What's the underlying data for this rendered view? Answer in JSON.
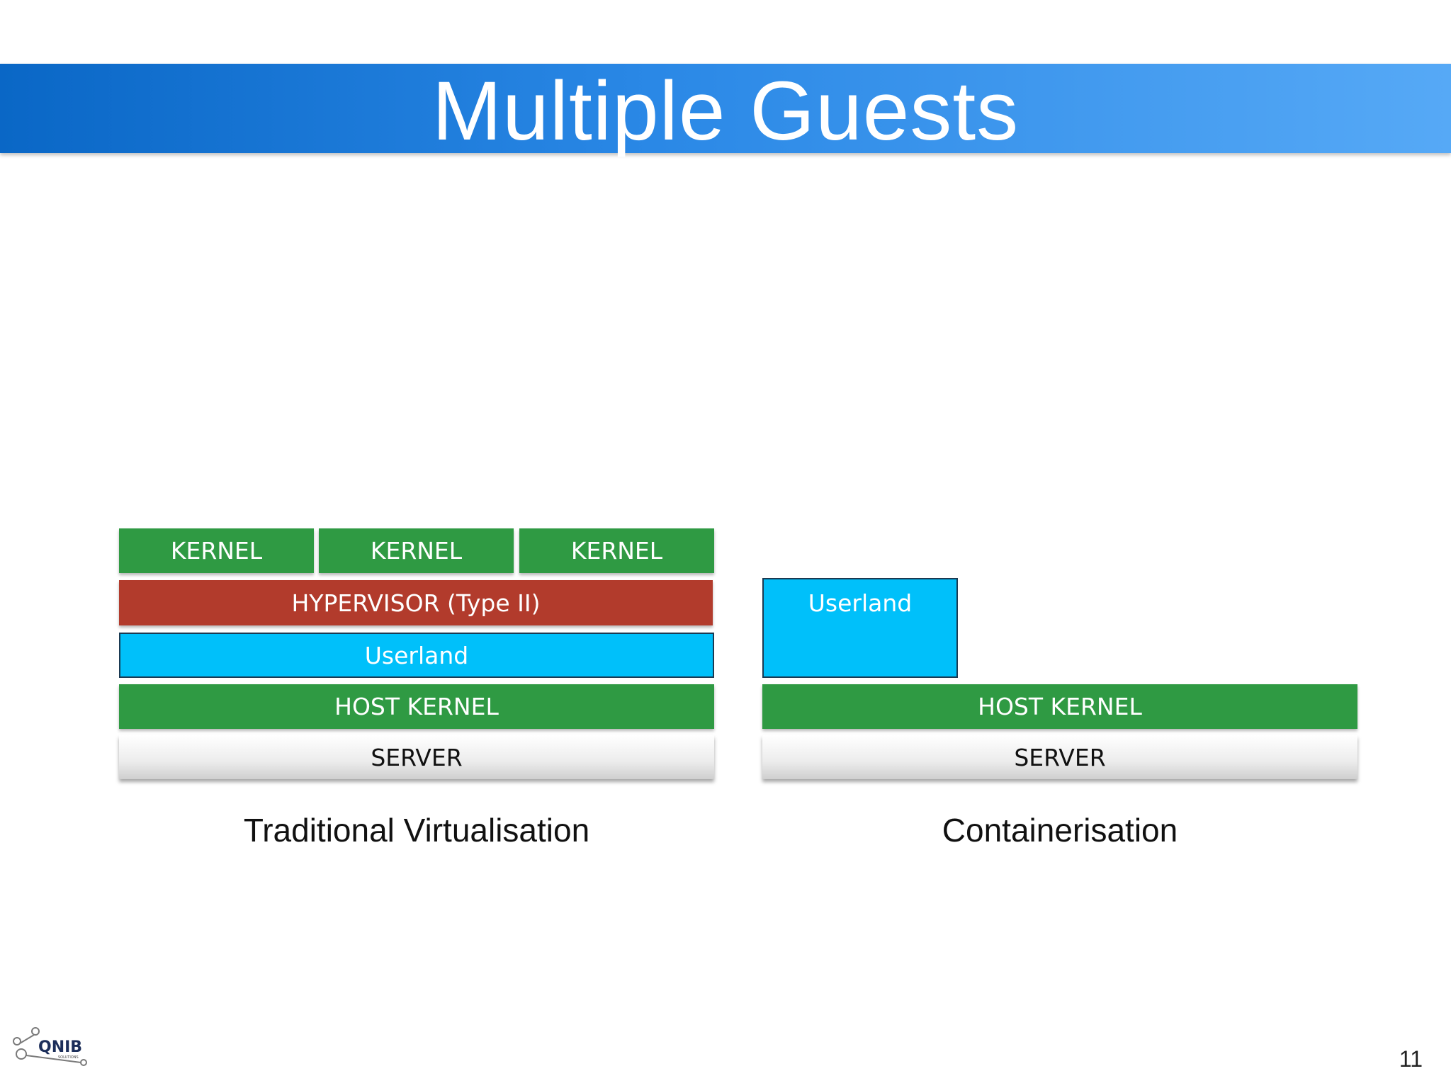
{
  "title": "Multiple Guests",
  "traditional": {
    "kernels": [
      "KERNEL",
      "KERNEL",
      "KERNEL"
    ],
    "hypervisor": "HYPERVISOR (Type II)",
    "userland": "Userland",
    "host_kernel": "HOST KERNEL",
    "server": "SERVER",
    "caption": "Traditional Virtualisation"
  },
  "containerisation": {
    "userland": "Userland",
    "host_kernel": "HOST KERNEL",
    "server": "SERVER",
    "caption": "Containerisation"
  },
  "logo": {
    "text": "QNIB",
    "subtext": "SOLUTIONS"
  },
  "page_number": "11",
  "colors": {
    "kernel_green": "#2f9a43",
    "hypervisor_red": "#b23b2c",
    "userland_blue": "#00c0fa",
    "banner_start": "#0a67c6",
    "banner_end": "#56a9f6"
  }
}
